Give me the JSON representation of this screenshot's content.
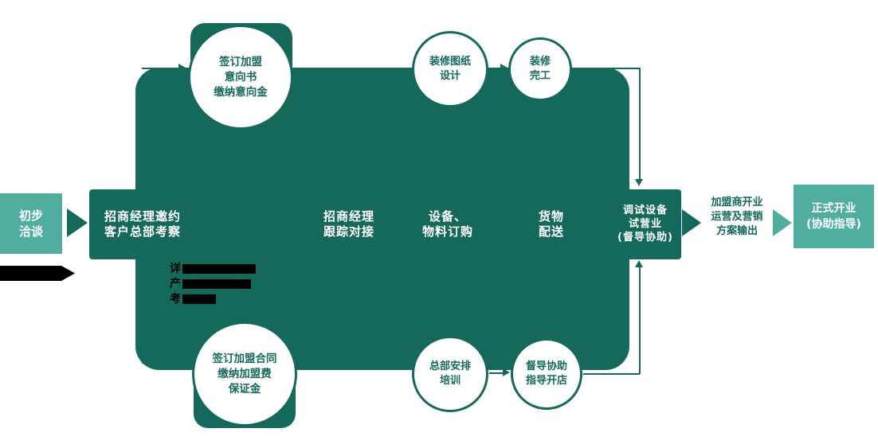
{
  "colors": {
    "dark_green": "#15695A",
    "teal": "#4FAE9D",
    "text_white": "#FFFFFF",
    "black": "#000000"
  },
  "flow": {
    "start": "初步\n洽谈",
    "main_steps": {
      "invite": "招商经理邀约\n客户总部考察",
      "follow_up": "招商经理\n跟踪对接",
      "ordering": "设备、\n物料订购",
      "delivery": "货物\n配送",
      "trial_run": "调试设备\n试营业\n(督导协助)"
    },
    "milestones": {
      "sign_intent": "签订加盟\n意向书\n缴纳意向金",
      "design": "装修图纸\n设计",
      "construction_done": "装修\n完工",
      "sign_contract": "签订加盟合同\n缴纳加盟费\n保证金",
      "training": "总部安排\n培训",
      "store_opening_guidance": "督导协助\n指导开店"
    },
    "output": {
      "marketing_plan": "加盟商开业\n运营及营销\n方案输出",
      "grand_opening": "正式开业\n(协助指导)"
    },
    "obscured_text_fragments": {
      "line1": "详",
      "line2": "产",
      "line3": "考"
    }
  }
}
